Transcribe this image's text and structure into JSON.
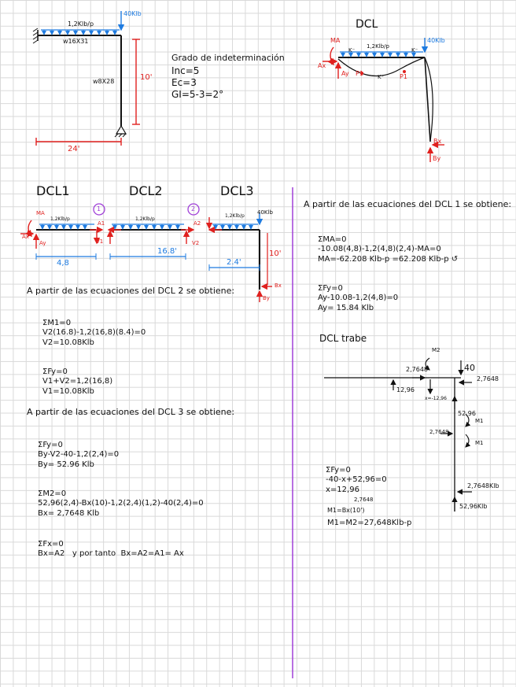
{
  "colors": {
    "load": "#1e7be0",
    "reaction": "#e0201e",
    "divider": "#a040d8",
    "circle": "#a040d8",
    "ink": "#111111",
    "grid": "#d9d9d9"
  },
  "structure": {
    "beam_load": "1,2Klb/p",
    "beam_section": "w16X31",
    "column_section": "w8X28",
    "point_load": "40Klb",
    "height": "10'",
    "span": "24'"
  },
  "indeterminacy": {
    "title": "Grado de indeterminación",
    "lines": [
      "Inc=5",
      "Ec=3",
      "GI=5-3=2°"
    ]
  },
  "dcl": {
    "title": "DCL",
    "ma": "MA",
    "ax": "Ax",
    "ay": "Ay",
    "load": "1,2Klb/p",
    "point_load": "40Klb",
    "k_minus_left": "K⁻",
    "k_minus_right": "K⁻",
    "k_plus": "K⁺",
    "p1_left": "P1",
    "p1_right": "P1",
    "bx": "Bx",
    "by": "By"
  },
  "dcl123": {
    "titles": [
      "DCL1",
      "DCL2",
      "DCL3"
    ],
    "circle1": "1",
    "circle2": "2",
    "ma": "MA",
    "ax": "Ax",
    "ay": "Ay",
    "a1": "A1",
    "v1": "V1",
    "a2": "A2",
    "v2": "V2",
    "load1": "1,2Klb/p",
    "load2": "1,2Klb/p",
    "load3": "1,2Klb/p",
    "point_load": "40Klb",
    "dim1": "4,8",
    "dim2": "16.8'",
    "dim3": "2.4'",
    "dim_h": "10'",
    "bx": "Bx",
    "by": "By"
  },
  "left_eq": {
    "heading2": "A partir de las ecuaciones del DCL 2 se obtiene:",
    "block1": [
      "ΣM1=0",
      "V2(16.8)-1,2(16,8)(8.4)=0",
      "V2=10.08Klb"
    ],
    "block2": [
      "ΣFy=0",
      "V1+V2=1,2(16,8)",
      "V1=10.08Klb"
    ],
    "heading3": "A partir de las ecuaciones del DCL 3 se obtiene:",
    "block3": [
      "ΣFy=0",
      "By-V2-40-1,2(2,4)=0",
      "By= 52.96 Klb"
    ],
    "block4": [
      "ΣM2=0",
      "52,96(2,4)-Bx(10)-1,2(2,4)(1,2)-40(2,4)=0",
      "Bx= 2,7648 Klb"
    ],
    "block5": [
      "ΣFx=0",
      "Bx=A2   y por tanto  Bx=A2=A1= Ax"
    ]
  },
  "right_eq": {
    "heading1": "A partir de las ecuaciones del DCL 1 se obtiene:",
    "block1": [
      "ΣMA=0",
      "-10.08(4,8)-1,2(4,8)(2,4)-MA=0",
      "MA=-62.208 Klb-p =62.208 Klb-p ↺"
    ],
    "block2": [
      "ΣFy=0",
      "Ay-10.08-1,2(4,8)=0",
      "Ay= 15.84 Klb"
    ]
  },
  "trabe": {
    "title": "DCL trabe",
    "m2": "M2",
    "v_top_left": "2,7648",
    "force_40": "40",
    "v_1296": "12,96",
    "x_label": "x=-12,96",
    "right_27648": "2,7648",
    "v_5296": "52,96",
    "m1": "M1",
    "left_27648": "2,7648",
    "m1_lower": "M1",
    "eq": [
      "ΣFy=0",
      "-40-x+52,96=0",
      "x=12,96"
    ],
    "m_note": "2,7648",
    "m_line": "M1=Bx(10')",
    "m_result": "M1=M2=27,648Klb-p",
    "bottom_right_h": "2,7648Klb",
    "bottom_right_v": "52,96Klb"
  }
}
